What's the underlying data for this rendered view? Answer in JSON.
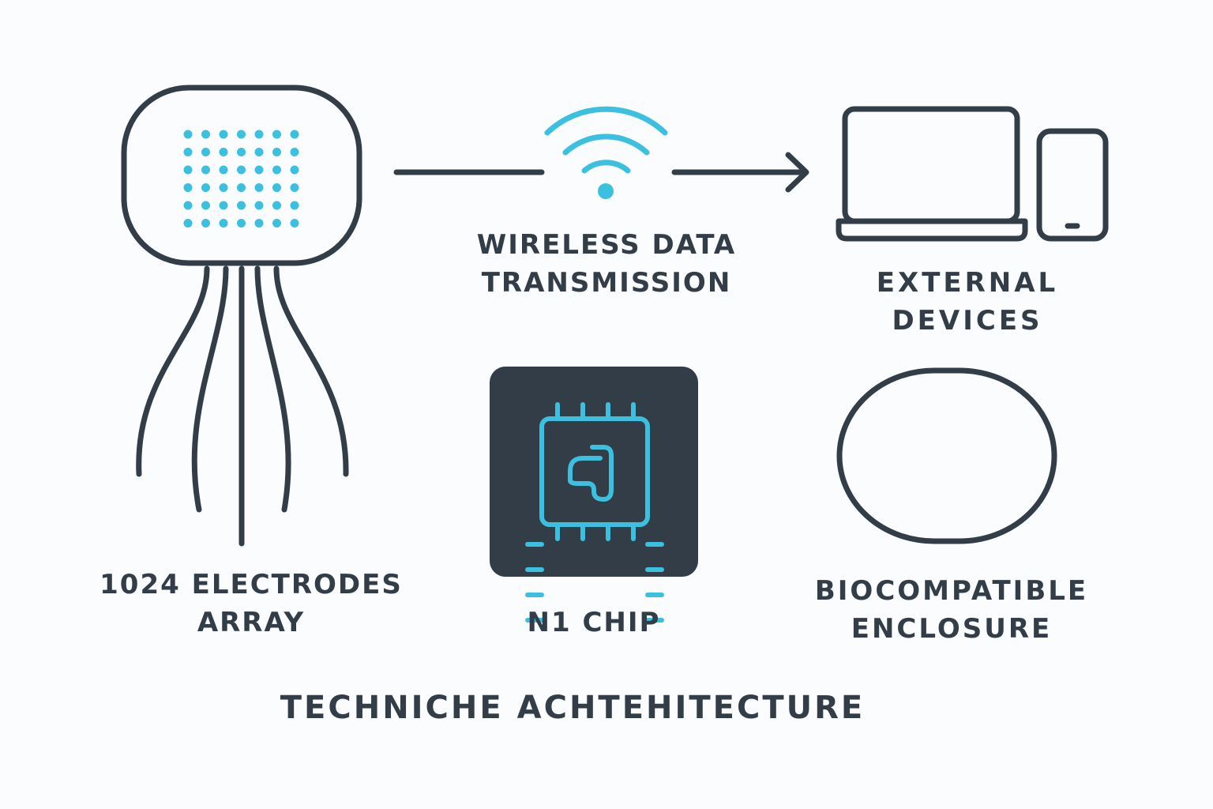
{
  "colors": {
    "background": "#fbfcfd",
    "stroke": "#333d48",
    "accent": "#3cc0e0",
    "chip_bg": "#333d48"
  },
  "icons": {
    "electrode_array": "electrode-array-icon",
    "wifi": "wifi-icon",
    "arrow": "arrow-right-icon",
    "laptop": "laptop-icon",
    "phone": "phone-icon",
    "chip": "chip-icon",
    "enclosure": "enclosure-icon"
  },
  "labels": {
    "wireless_line1": "WIRELESS DATA",
    "wireless_line2": "TRANSMISSION",
    "external_line1": "EXTERNAL",
    "external_line2": "DEVICES",
    "electrodes_line1": "1024 ELECTRODES",
    "electrodes_line2": "ARRAY",
    "chip": "N1 CHIP",
    "enclosure_line1": "BIOCOMPATIBLE",
    "enclosure_line2": "ENCLOSURE",
    "title": "TECHNICHE ACHTEHITECTURE"
  }
}
